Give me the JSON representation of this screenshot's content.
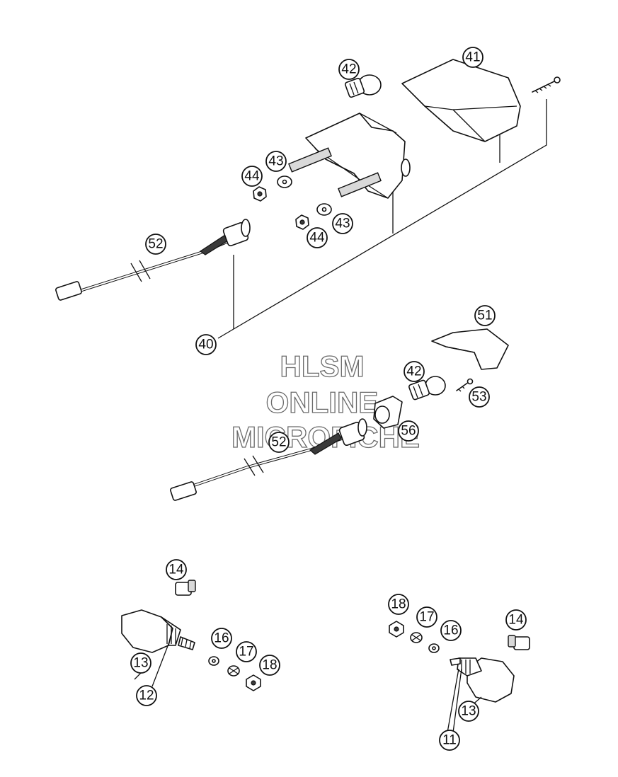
{
  "watermark": {
    "line1": "HLSM",
    "line2": "ONLINE",
    "line3": "MICROFICHE"
  },
  "callouts": {
    "c41": "41",
    "c42a": "42",
    "c43a": "43",
    "c44a": "44",
    "c43b": "43",
    "c44b": "44",
    "c52a": "52",
    "c40": "40",
    "c51": "51",
    "c42b": "42",
    "c53": "53",
    "c56": "56",
    "c52b": "52",
    "c14a": "14",
    "c13a": "13",
    "c12": "12",
    "c16a": "16",
    "c17a": "17",
    "c18a": "18",
    "c18b": "18",
    "c17b": "17",
    "c16b": "16",
    "c14b": "14",
    "c13b": "13",
    "c11": "11"
  }
}
